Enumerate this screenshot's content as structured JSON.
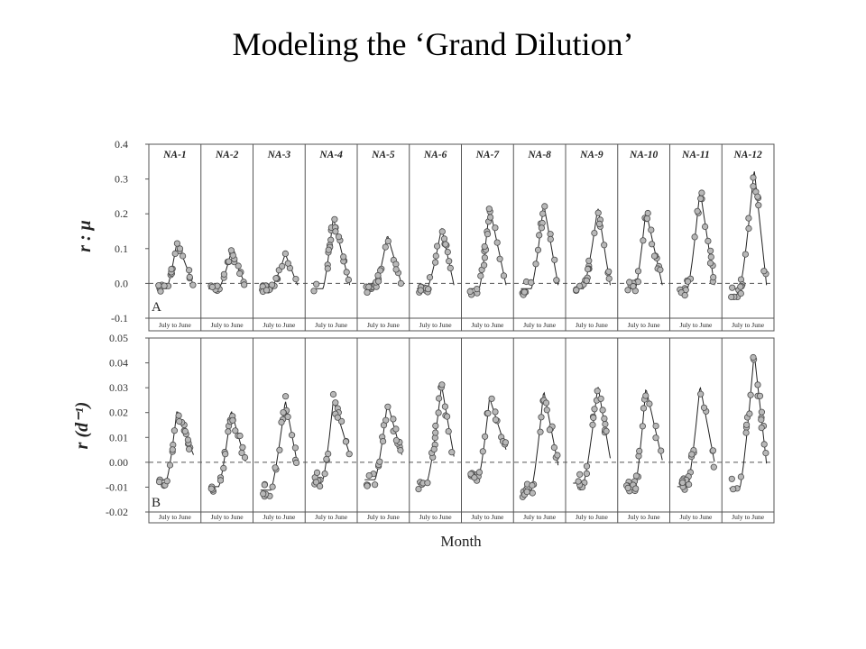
{
  "slide": {
    "title": "Modeling the ‘Grand Dilution’"
  },
  "chart_data": {
    "type": "line",
    "xlabel": "Month",
    "panels": [
      "NA-1",
      "NA-2",
      "NA-3",
      "NA-4",
      "NA-5",
      "NA-6",
      "NA-7",
      "NA-8",
      "NA-9",
      "NA-10",
      "NA-11",
      "NA-12"
    ],
    "footer_label": "July to June",
    "grid": false,
    "rows": [
      {
        "id": "A",
        "ylabel": "r : μ",
        "ylim": [
          -0.1,
          0.4
        ],
        "yticks": [
          "0.4",
          "0.3",
          "0.2",
          "0.1",
          "0.0",
          "-0.1"
        ],
        "zero_line": 0.0,
        "peaks": [
          0.12,
          0.09,
          0.085,
          0.19,
          0.14,
          0.16,
          0.22,
          0.23,
          0.22,
          0.21,
          0.27,
          0.33
        ]
      },
      {
        "id": "B",
        "ylabel": "r (d⁻¹)",
        "ylim": [
          -0.02,
          0.05
        ],
        "yticks": [
          "0.05",
          "0.04",
          "0.03",
          "0.02",
          "0.01",
          "0.00",
          "-0.01",
          "-0.02"
        ],
        "zero_line": 0.0,
        "peaks": [
          0.021,
          0.021,
          0.025,
          0.025,
          0.024,
          0.031,
          0.026,
          0.029,
          0.031,
          0.03,
          0.031,
          0.044
        ],
        "minima": [
          -0.01,
          -0.014,
          -0.016,
          -0.01,
          -0.01,
          -0.011,
          -0.007,
          -0.016,
          -0.012,
          -0.013,
          -0.014,
          -0.015
        ]
      }
    ],
    "colors": {
      "marker_fill": "#b8b8b8",
      "marker_stroke": "#4a4a4a",
      "line": "#222222",
      "dash": "#555555"
    }
  }
}
